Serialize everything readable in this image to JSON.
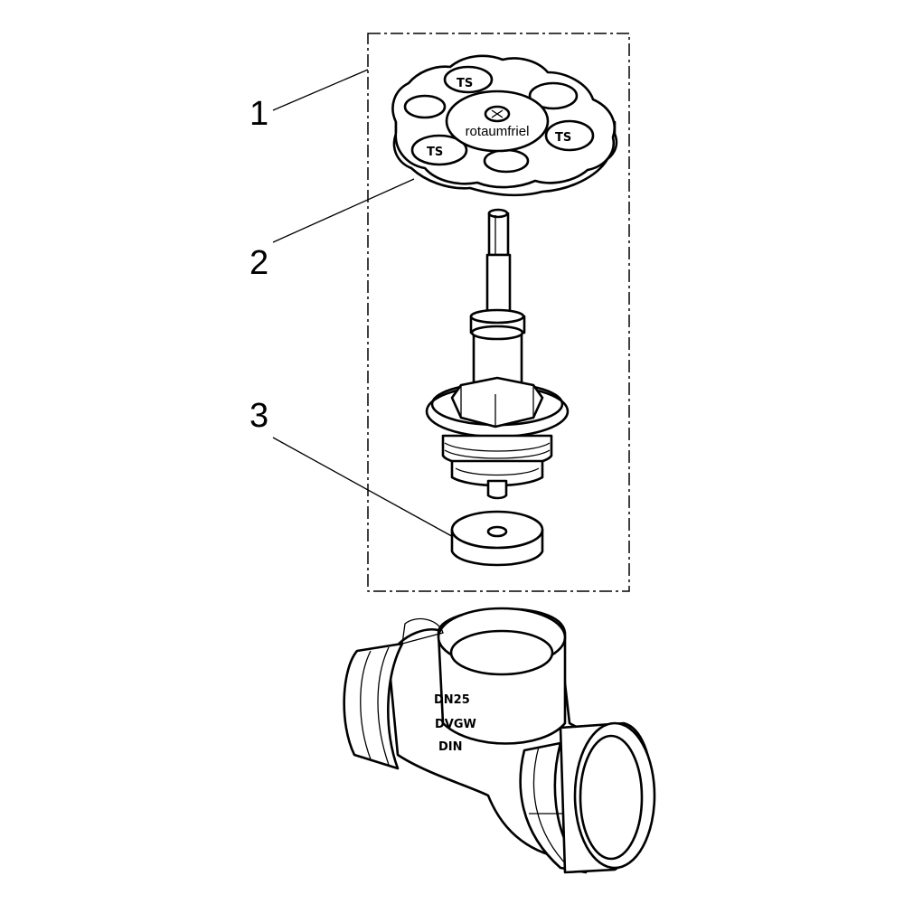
{
  "callouts": [
    {
      "number": "1",
      "part": "valve-top-assembly"
    },
    {
      "number": "2",
      "part": "handwheel"
    },
    {
      "number": "3",
      "part": "washer"
    }
  ],
  "handwheel": {
    "hub_text": "rotaumfriel",
    "logo_text": "TS"
  },
  "body_marking": {
    "line1": "DN25",
    "line2": "DVGW",
    "line3": "DIN"
  }
}
